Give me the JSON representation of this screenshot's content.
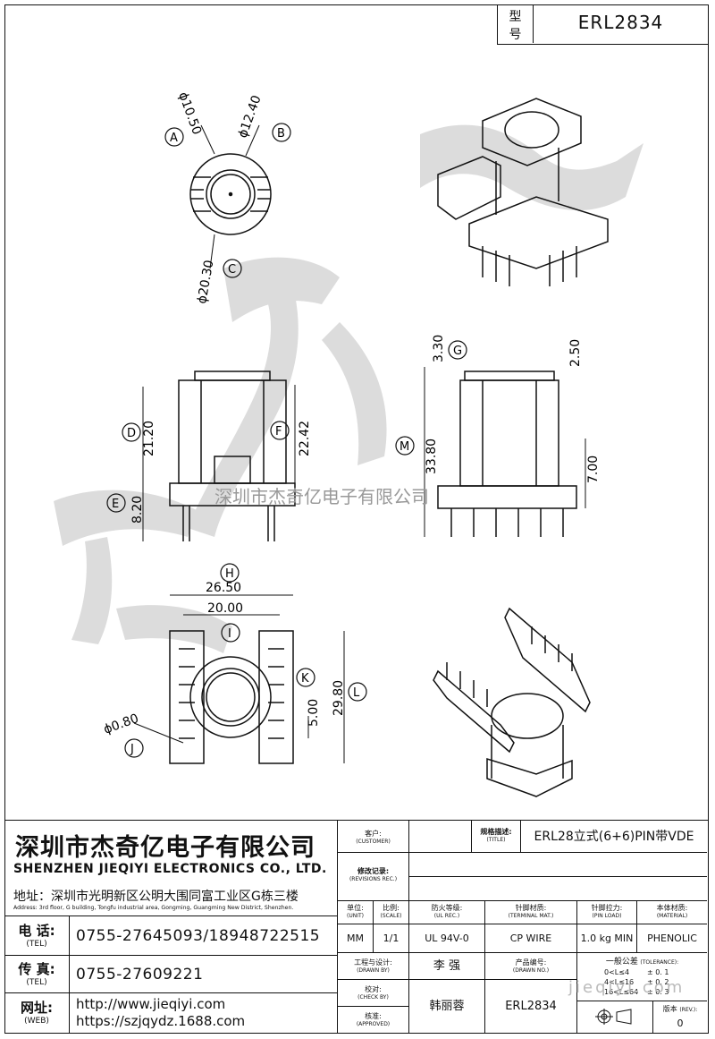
{
  "model": {
    "label_top": "型",
    "label_bottom": "号",
    "value": "ERL2834"
  },
  "watermark": {
    "center_text": "深圳市杰奇亿电子有限公司",
    "bottom_text": "jieqiyi.com"
  },
  "dimensions": {
    "top_view": {
      "A_label": "A",
      "A_value": "ɸ10.50",
      "B_label": "B",
      "B_value": "ɸ12.40",
      "C_label": "C",
      "C_value": "ɸ20.30"
    },
    "front_view": {
      "D_label": "D",
      "D_value": "21.20",
      "E_label": "E",
      "E_value": "8.20",
      "F_label": "F",
      "F_value": "22.42"
    },
    "side_view": {
      "G_label": "G",
      "G_value": "3.30",
      "top_right_value": "2.50",
      "M_label": "M",
      "M_value": "33.80",
      "right_value": "7.00"
    },
    "bottom_view": {
      "H_label": "H",
      "H_value": "26.50",
      "I_label": "I",
      "I_value": "20.00",
      "K_label": "K",
      "K_value": "5.00",
      "L_label": "L",
      "L_value": "29.80",
      "J_label": "J",
      "J_value": "ɸ0.80"
    }
  },
  "company": {
    "name_cn": "深圳市杰奇亿电子有限公司",
    "name_en": "SHENZHEN JIEQIYI ELECTRONICS CO., LTD.",
    "address_cn": "地址：深圳市光明新区公明大围同富工业区G栋三楼",
    "address_en": "Address: 3rd floor, G building, Tongfu industrial area, Gongming, Guangming New District, Shenzhen.",
    "tel_label": "电  话:",
    "tel_sub": "(TEL)",
    "tel_value": "0755-27645093/18948722515",
    "fax_label": "传  真:",
    "fax_sub": "(TEL)",
    "fax_value": "0755-27609221",
    "web_label": "网址:",
    "web_sub": "(WEB)",
    "web_value_1": "http://www.jieqiyi.com",
    "web_value_2": "https://szjqydz.1688.com"
  },
  "title_block": {
    "customer_label": "客户:",
    "customer_sub": "(CUSTOMER)",
    "title_label": "规格描述:",
    "title_sub": "(TITLE)",
    "title_value": "ERL28立式(6+6)PIN带VDE",
    "revisions_label": "修改记录:",
    "revisions_sub": "(REVISIONS REC.)",
    "unit_label": "单位:",
    "unit_sub": "(UNIT)",
    "unit_value": "MM",
    "scale_label": "比例:",
    "scale_sub": "(SCALE)",
    "scale_value": "1/1",
    "ul_label": "防火等级:",
    "ul_sub": "(UL REC.)",
    "ul_value": "UL 94V-0",
    "terminal_label": "针脚材质:",
    "terminal_sub": "(TERMINAL MAT.)",
    "terminal_value": "CP WIRE",
    "pinload_label": "针脚拉力:",
    "pinload_sub": "(PIN LOAD)",
    "pinload_value": "1.0 kg MIN",
    "material_label": "本体材质:",
    "material_sub": "(MATERIAL)",
    "material_value": "PHENOLIC",
    "drawn_label": "工程与设计:",
    "drawn_sub": "(DRAWN BY)",
    "drawn_value": "李  强",
    "drawno_label": "产品编号:",
    "drawno_sub": "(DRAWN NO.)",
    "drawno_value": "ERL2834",
    "check_label": "校对:",
    "check_sub": "(CHECK BY)",
    "check_value": "韩丽蓉",
    "approved_label": "核准:",
    "approved_sub": "(APPROVED)",
    "tolerance_label": "一般公差",
    "tolerance_sub": "(TOLERANCE):",
    "tolerance_rows": [
      {
        "range": "0<L≤4",
        "value": "± 0. 1"
      },
      {
        "range": "4<L≤16",
        "value": "± 0. 2"
      },
      {
        "range": "16<L≤64",
        "value": "± 0. 3"
      }
    ],
    "rev_label": "版本",
    "rev_sub": "(REV.):",
    "rev_value": "0"
  }
}
